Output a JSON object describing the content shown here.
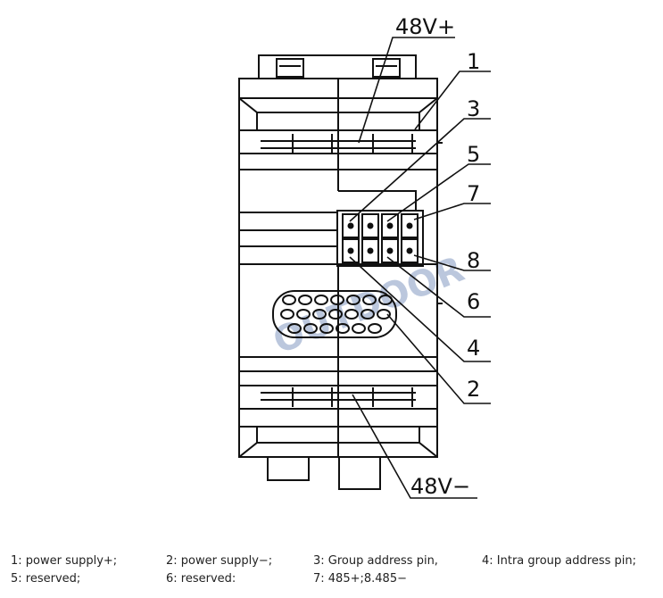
{
  "diagram": {
    "labels": {
      "top_terminal": "48V+",
      "bottom_terminal": "48V−",
      "pin_1": "1",
      "pin_2": "2",
      "pin_3": "3",
      "pin_4": "4",
      "pin_5": "5",
      "pin_6": "6",
      "pin_7": "7",
      "pin_8": "8"
    },
    "watermark": "OUTDOOR"
  },
  "legend": {
    "row1": [
      "1: power supply+;",
      "2: power supply−;",
      "3: Group address pin,",
      "4: Intra group address pin;"
    ],
    "row2": [
      "5: reserved;",
      "6: reserved:",
      "7: 485+;8.485−"
    ]
  },
  "colors": {
    "line": "#111111",
    "watermark": "#6a85b5"
  }
}
